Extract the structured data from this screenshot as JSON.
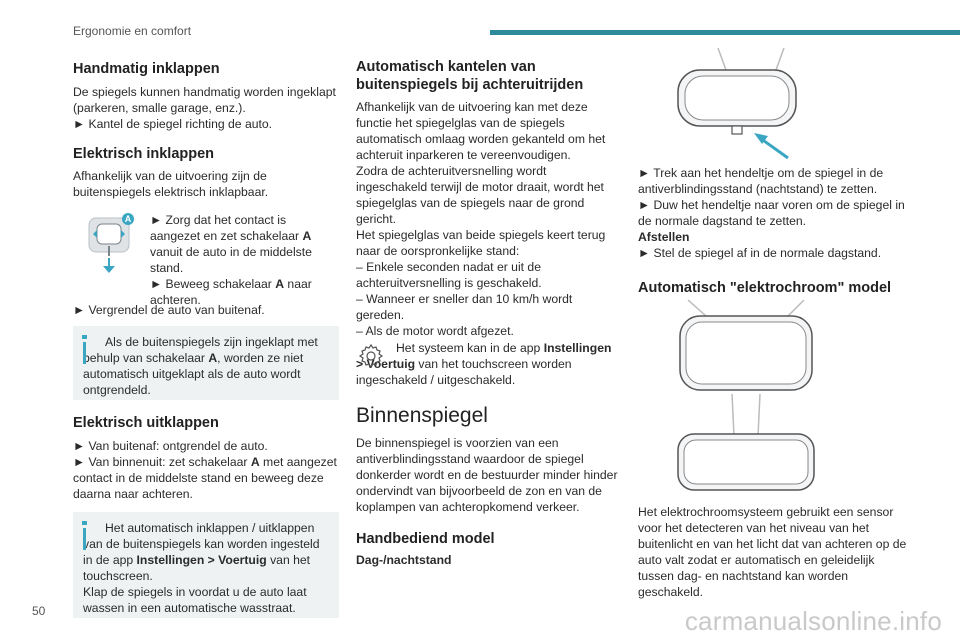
{
  "header": {
    "section": "Ergonomie en comfort"
  },
  "footer": {
    "page_number": "50",
    "watermark": "carmanualsonline.info"
  },
  "col1": {
    "h_manual_fold": "Handmatig inklappen",
    "p_manual_1": "De spiegels kunnen handmatig worden ingeklapt (parkeren, smalle garage, enz.).",
    "p_manual_2": "► Kantel de spiegel richting de auto.",
    "h_electric_fold": "Elektrisch inklappen",
    "p_electric_1": "Afhankelijk van de uitvoering zijn de buitenspiegels elektrisch inklapbaar.",
    "switch_label": "A",
    "p_switch_1": "► Zorg dat het contact is aangezet en zet schakelaar",
    "p_switch_1_bold": "A",
    "p_switch_1_end": "vanuit de auto in de middelste stand.",
    "p_switch_2": "► Beweeg schakelaar",
    "p_switch_2_bold": "A",
    "p_switch_2_end": "naar achteren.",
    "p_lock": "► Vergrendel de auto van buitenaf.",
    "info1_a": "Als de buitenspiegels zijn ingeklapt met behulp van schakelaar",
    "info1_bold": "A",
    "info1_b": ", worden ze niet automatisch uitgeklapt als de auto wordt ontgrendeld.",
    "h_electric_unfold": "Elektrisch uitklappen",
    "p_unfold_1": "► Van buitenaf: ontgrendel de auto.",
    "p_unfold_2": "► Van binnenuit: zet schakelaar",
    "p_unfold_2_bold": "A",
    "p_unfold_2_end": "met aangezet contact in de middelste stand en beweeg deze daarna naar achteren.",
    "info2_a": "Het automatisch inklappen / uitklappen van de buitenspiegels kan worden ingesteld in de app",
    "info2_bold": "Instellingen > Voertuig",
    "info2_b": "van het touchscreen.",
    "info2_c": "Klap de spiegels in voordat u de auto laat wassen in een automatische wasstraat."
  },
  "col2": {
    "h_tilt": "Automatisch kantelen van buitenspiegels bij achteruitrijden",
    "p_tilt_1": "Afhankelijk van de uitvoering kan met deze functie het spiegelglas van de spiegels automatisch omlaag worden gekanteld om het achteruit inparkeren te vereenvoudigen.",
    "p_tilt_2": "Zodra de achteruitversnelling wordt ingeschakeld terwijl de motor draait, wordt het spiegelglas van de spiegels naar de grond gericht.",
    "p_tilt_3": "Het spiegelglas van beide spiegels keert terug naar de oorspronkelijke stand:",
    "p_tilt_4": "– Enkele seconden nadat er uit de achteruitversnelling is geschakeld.",
    "p_tilt_5": "– Wanneer er sneller dan 10 km/h wordt gereden.",
    "p_tilt_6": "– Als de motor wordt afgezet.",
    "p_system_a": "Het systeem kan in de app",
    "p_system_bold": "Instellingen > Voertuig",
    "p_system_b": "van het touchscreen worden ingeschakeld / uitgeschakeld.",
    "h_mirror": "Binnenspiegel",
    "p_mirror": "De binnenspiegel is voorzien van een antiverblindingsstand waardoor de spiegel donkerder wordt en de bestuurder minder hinder ondervindt van bijvoorbeeld de zon en van de koplampen van achteropkomend verkeer.",
    "h_manual_model": "Handbediend model",
    "h_day_night": "Dag-/nachtstand"
  },
  "col3": {
    "p_pull": "► Trek aan het hendeltje om de spiegel in de antiverblindingsstand (nachtstand) te zetten.",
    "p_push": "► Duw het hendeltje naar voren om de spiegel in de normale dagstand te zetten.",
    "h_adjust": "Afstellen",
    "p_adjust": "► Stel de spiegel af in de normale dagstand.",
    "h_electro": "Automatisch \"elektrochroom\" model",
    "p_electro": "Het elektrochroomsysteem gebruikt een sensor voor het detecteren van het niveau van het buitenlicht en van het licht dat van achteren op de auto valt zodat er automatisch en geleidelijk tussen dag- en nachtstand kan worden geschakeld."
  },
  "colors": {
    "accent": "#2c8a9a",
    "info_bar": "#3aa6c2",
    "info_bg": "#eef2f3"
  },
  "icons": [
    "mirror-switch-icon",
    "info-icon",
    "settings-gear-icon",
    "arrow-icon"
  ]
}
